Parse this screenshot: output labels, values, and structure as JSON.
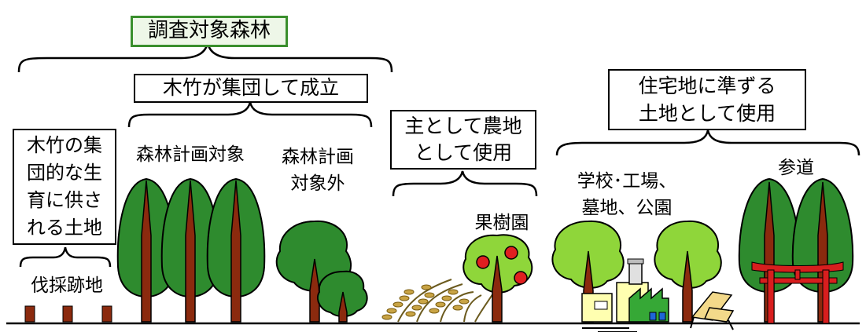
{
  "title": "調査対象森林",
  "groups": {
    "bamboo_group": "木竹が集団して成立",
    "single_growth": "木竹の集\n団的な生\n育に供さ\nれる土地",
    "agricultural": "主として農地\nとして使用",
    "residential": "住宅地に準ずる\n土地として使用"
  },
  "labels": {
    "cutover": "伐採跡地",
    "plan_target": "森林計画対象",
    "plan_excluded": "森林計画\n対象外",
    "orchard": "果樹園",
    "school_factory": "学校･工場、\n墓地、公園",
    "approach": "参道"
  },
  "colors": {
    "tree_dark": "#2e8b2e",
    "tree_light": "#8fd63a",
    "trunk": "#8b2a0e",
    "title_border": "#3a8f2d",
    "torii": "#d81e1e",
    "apple": "#e02020"
  },
  "icons": [
    "tree-icon",
    "round-tree-icon",
    "apple-tree-icon",
    "rice-icon",
    "school-factory-icon",
    "bench-icon",
    "torii-icon",
    "stump-icon"
  ]
}
